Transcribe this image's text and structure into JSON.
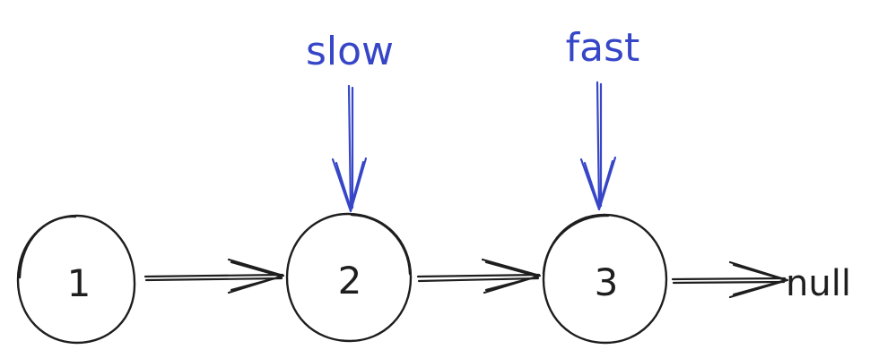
{
  "nodes": [
    {
      "label": "1"
    },
    {
      "label": "2"
    },
    {
      "label": "3"
    }
  ],
  "terminal_label": "null",
  "pointers": {
    "slow": {
      "label": "slow",
      "target_node": 2
    },
    "fast": {
      "label": "fast",
      "target_node": 3
    }
  },
  "colors": {
    "ink": "#1e1e1e",
    "pointer": "#3646c7",
    "background": "#ffffff"
  }
}
